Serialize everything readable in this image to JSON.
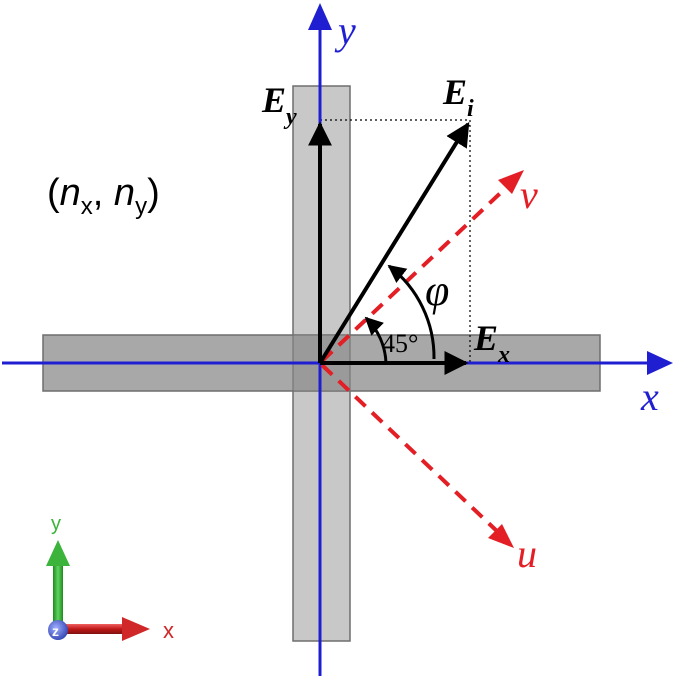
{
  "labels": {
    "y_axis": "y",
    "x_axis": "x",
    "u_axis": "u",
    "v_axis": "v",
    "ey_main": "E",
    "ey_sub": "y",
    "ei_main": "E",
    "ei_sub": "i",
    "ex_main": "E",
    "ex_sub": "x",
    "phi": "φ",
    "angle": "45°",
    "refractive_open": "(",
    "refractive_n1": "n",
    "refractive_s1": "x",
    "refractive_sep": ", ",
    "refractive_n2": "n",
    "refractive_s2": "y",
    "refractive_close": ")",
    "triad_y": "y",
    "triad_z": "z",
    "triad_x": "x"
  },
  "colors": {
    "axis_blue": "#1f1fd1",
    "uv_red": "#e31e24",
    "waveguide_fill": "#c8c8c8",
    "waveguide_dark": "#9e9e9e",
    "vector_black": "#000000",
    "triad_green": "#3cb43c",
    "triad_red": "#d02828",
    "triad_blue": "#4a5cc8"
  },
  "icons": {
    "coordinate_triad": "xyz-axes-triad-icon"
  }
}
